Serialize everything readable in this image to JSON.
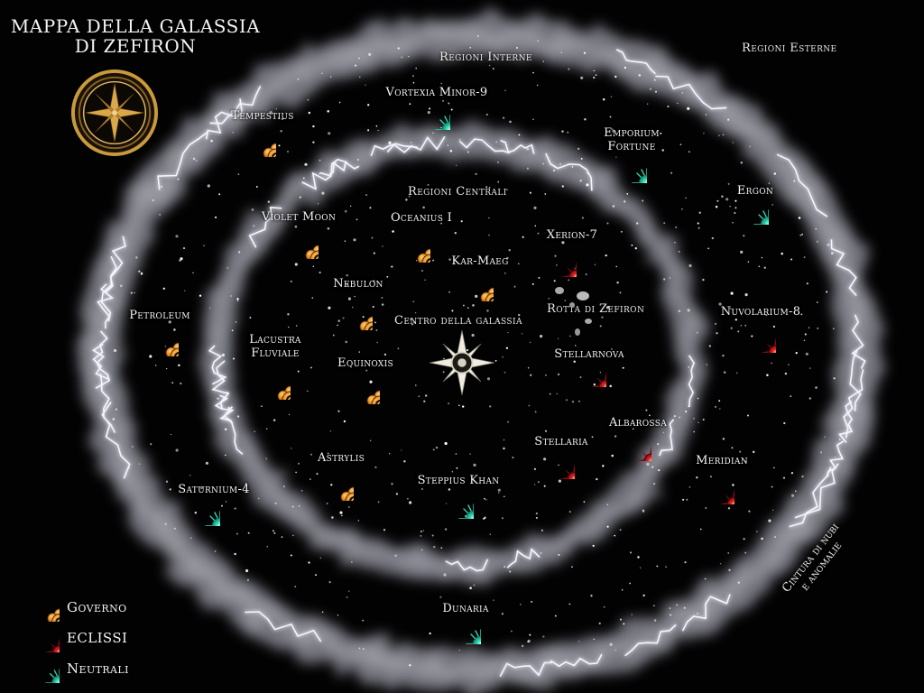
{
  "title": {
    "line1": "MAPPA DELLA GALASSIA",
    "line2": "DI ZEFIRON"
  },
  "regions": {
    "inner": "Regioni Interne",
    "outer": "Regioni Esterne",
    "central": "Regioni Centrali",
    "route": "Rotta di Zefiron",
    "center": "Centro della galassia",
    "belt_line1": "Cintura di nubi",
    "belt_line2": "e anomalie"
  },
  "legend": {
    "governo": "Governo",
    "eclissi": "ECLISSI",
    "neutrali": "Neutrali"
  },
  "colors": {
    "governo": "#e58a1a",
    "eclissi": "#c4121a",
    "neutrali": "#27d6b0",
    "background": "#020203"
  },
  "icons": {
    "compass": "compass-rose-icon",
    "center": "galactic-center-star-icon",
    "governo": "governo-emblem-icon",
    "eclissi": "eclissi-star-icon",
    "neutrali": "neutral-planet-icon"
  },
  "planets": [
    {
      "id": "tempestius",
      "name": "Tempestius",
      "faction": "governo"
    },
    {
      "id": "vortexia",
      "name": "Vortexia Minor-9",
      "faction": "neutrali"
    },
    {
      "id": "emporium",
      "name": "Emporium Fortune",
      "faction": "neutrali"
    },
    {
      "id": "ergon",
      "name": "Ergon",
      "faction": "neutrali"
    },
    {
      "id": "violet",
      "name": "Violet Moon",
      "faction": "governo"
    },
    {
      "id": "oceanius",
      "name": "Oceanius I",
      "faction": "governo"
    },
    {
      "id": "xerion",
      "name": "Xerion-7",
      "faction": "eclissi"
    },
    {
      "id": "karmaeg",
      "name": "Kar-Maeg",
      "faction": "governo"
    },
    {
      "id": "nebulon",
      "name": "Nebulon",
      "faction": "governo"
    },
    {
      "id": "petroleum",
      "name": "Petroleum",
      "faction": "governo"
    },
    {
      "id": "nuvolarium",
      "name": "Nuvolarium-8",
      "faction": "eclissi"
    },
    {
      "id": "lacustra",
      "name": "Lacustra Fluviale",
      "faction": "governo"
    },
    {
      "id": "equinoxis",
      "name": "Equinoxis",
      "faction": "governo"
    },
    {
      "id": "stellarnova",
      "name": "Stellarnova",
      "faction": "eclissi"
    },
    {
      "id": "albarossa",
      "name": "Albarossa",
      "faction": "eclissi"
    },
    {
      "id": "stellaria",
      "name": "Stellaria",
      "faction": "eclissi"
    },
    {
      "id": "meridian",
      "name": "Meridian",
      "faction": "eclissi"
    },
    {
      "id": "astrylis",
      "name": "Astrylis",
      "faction": "governo"
    },
    {
      "id": "steppius",
      "name": "Steppius Khan",
      "faction": "neutrali"
    },
    {
      "id": "saturnium",
      "name": "Saturnium-4",
      "faction": "neutrali"
    },
    {
      "id": "dunaria",
      "name": "Dunaria",
      "faction": "neutrali"
    }
  ]
}
